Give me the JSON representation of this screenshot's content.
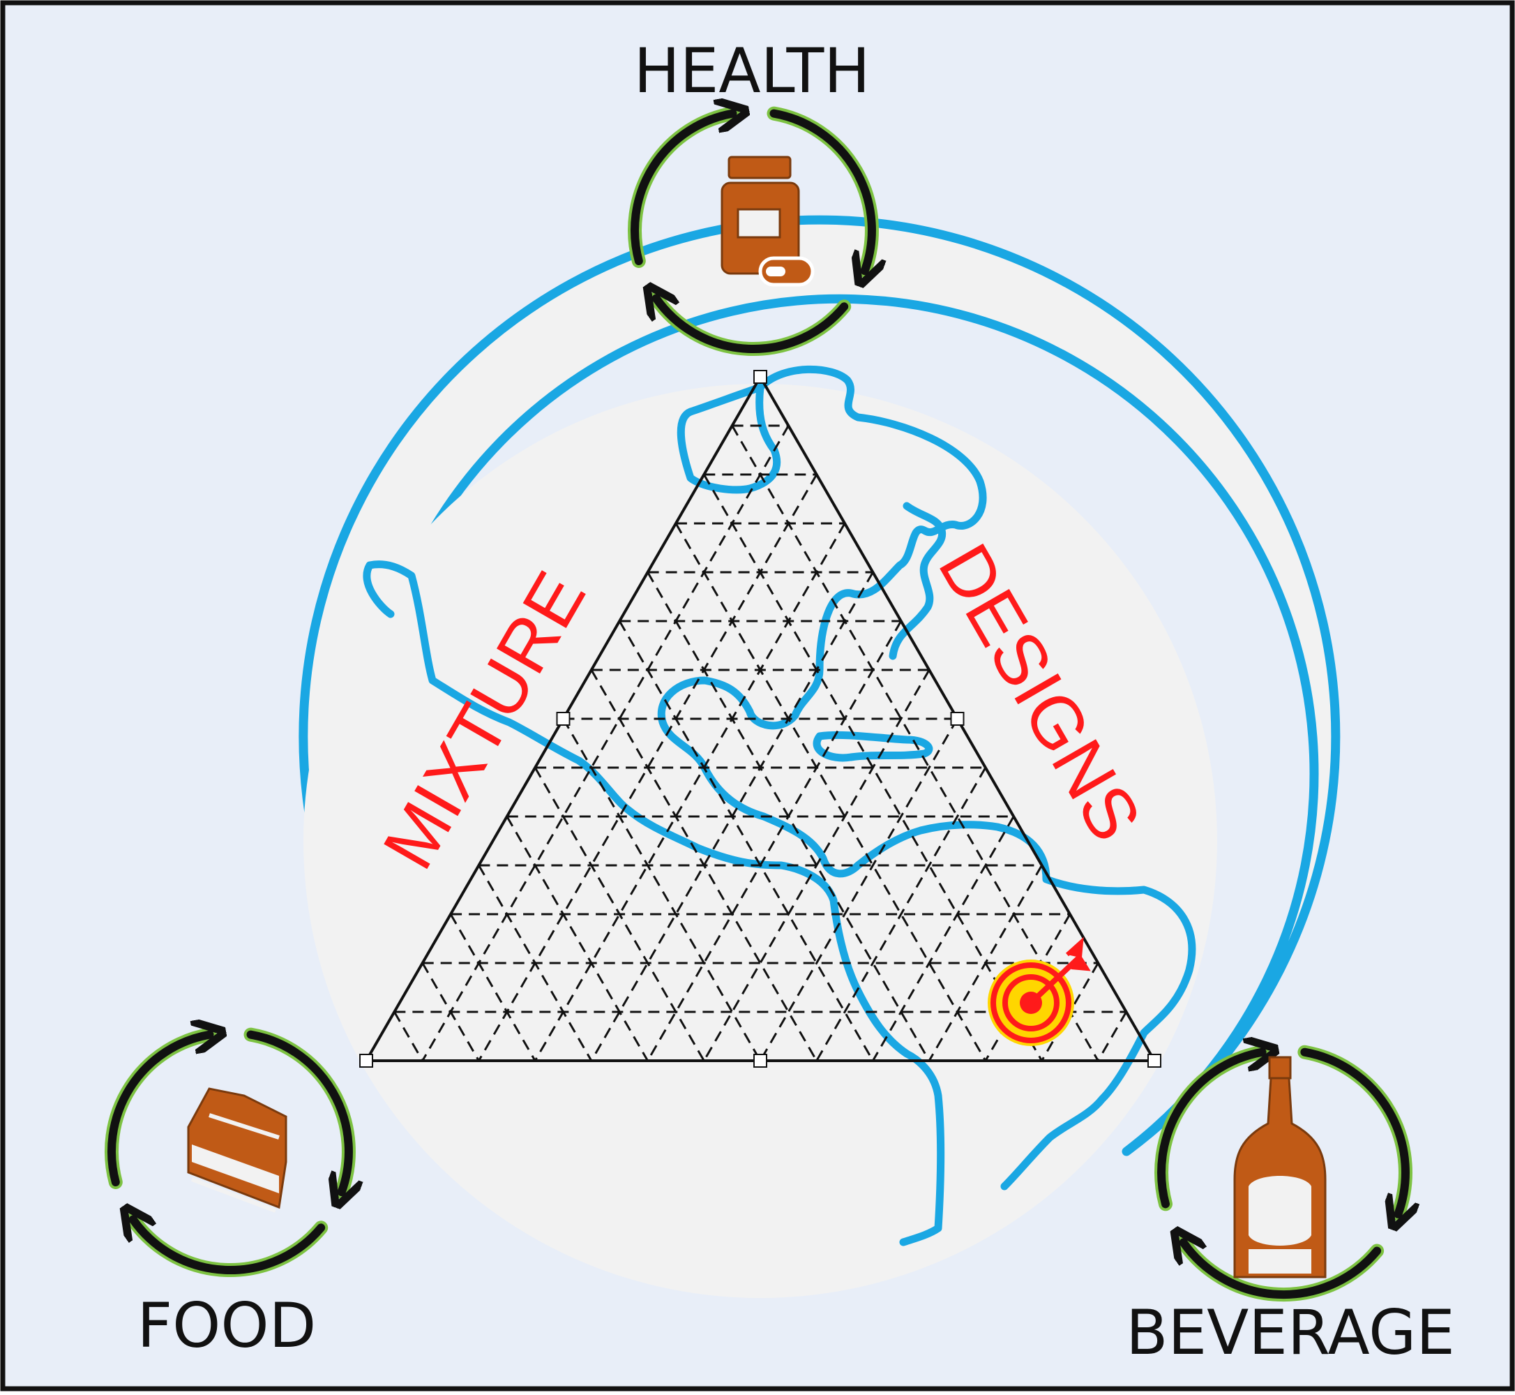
{
  "labels": {
    "health": "HEALTH",
    "food": "FOOD",
    "beverage": "BEVERAGE",
    "mixture": "MIXTURE",
    "designs": "DESIGNS"
  },
  "icons": {
    "health": "medicine-bottle-icon",
    "food": "cake-slice-icon",
    "beverage": "bottle-icon",
    "target": "target-arrow-icon",
    "cycle": "circular-arrows-icon"
  },
  "colors": {
    "background": "#e8eef8",
    "globe_fill": "#f2f2f2",
    "globe_stroke": "#1aa7e3",
    "icon_fill": "#c05a16",
    "arrow_stroke": "#111111",
    "arrow_glow": "#7dc242",
    "title_red": "#ff1a1a"
  }
}
